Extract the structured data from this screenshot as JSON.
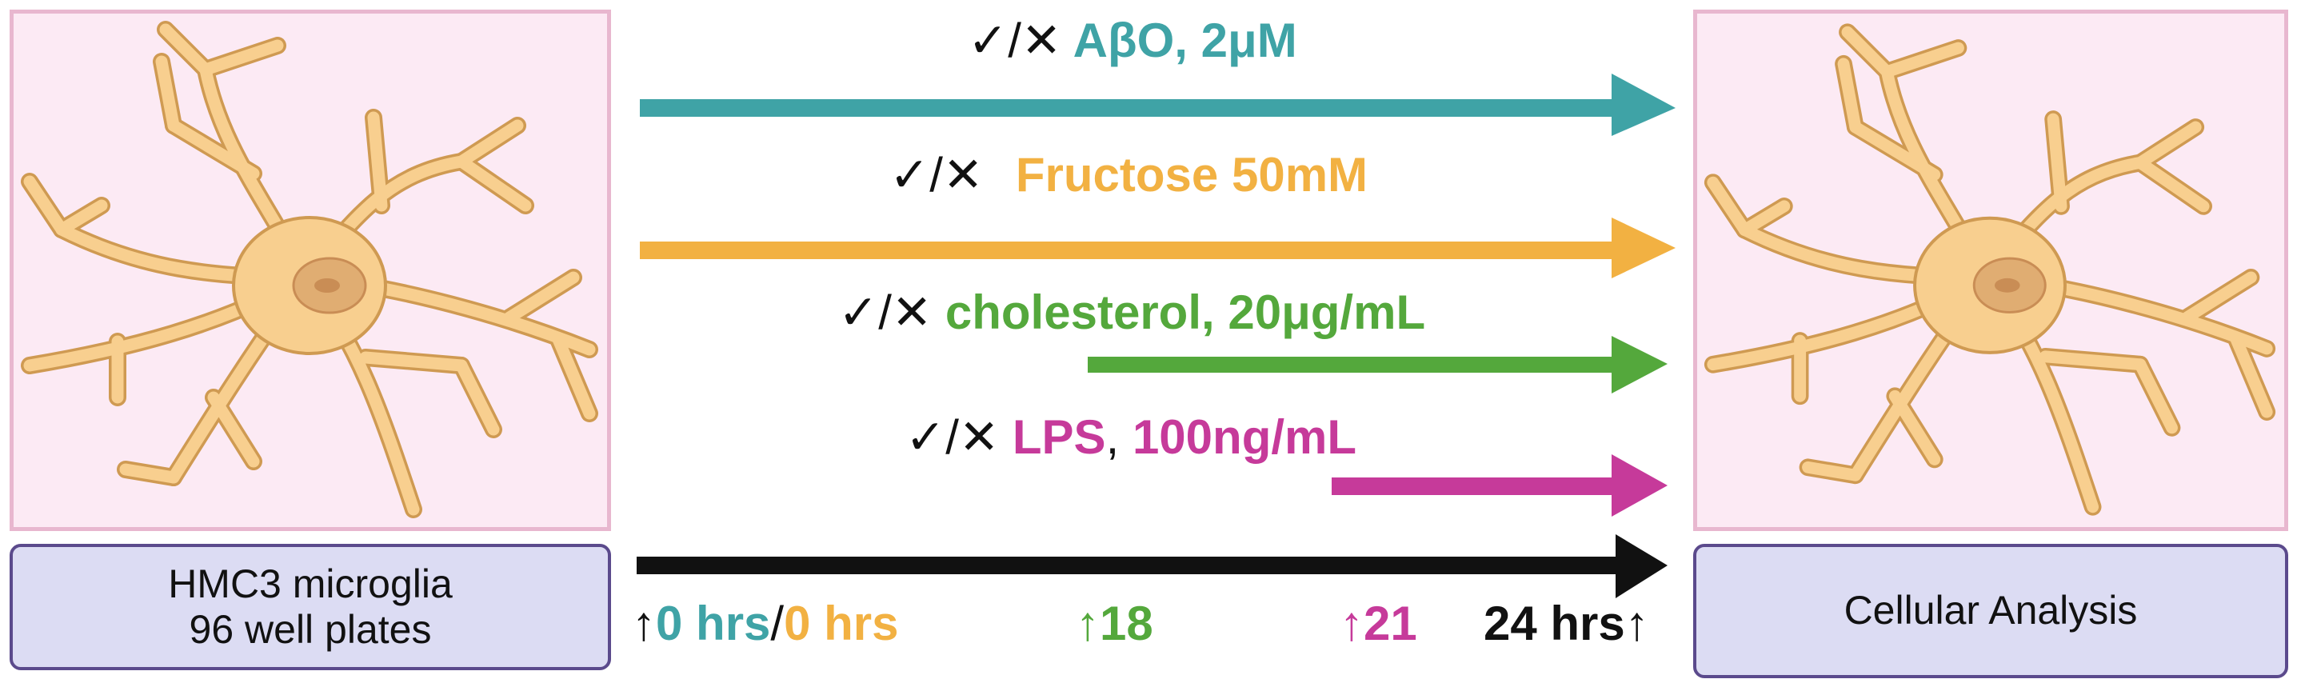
{
  "colors": {
    "abo": "#3fa3a6",
    "fructose": "#f2b142",
    "cholesterol": "#54a83c",
    "lps": "#c63a9a",
    "timeline": "#111111",
    "cell_fill": "#f8cf8f",
    "cell_stroke": "#cf9a52",
    "nucleus": "#e0ad72",
    "panel_bg": "#fceaf4",
    "label_bg": "#dcdcf3"
  },
  "left_box": {
    "line1": "HMC3 microglia",
    "line2": "96 well plates"
  },
  "right_box": {
    "label": "Cellular Analysis"
  },
  "treatments": [
    {
      "toggle": "✓/✕",
      "name": "AβO, 2μM"
    },
    {
      "toggle": "✓/✕",
      "name": "Fructose 50mM"
    },
    {
      "toggle": "✓/✕",
      "name": "cholesterol, 20μg/mL"
    },
    {
      "toggle": "✓/✕",
      "name_a": "LPS",
      "sep": ",",
      "name_b": "100ng/mL"
    }
  ],
  "timeline": {
    "start_arrow": "↑",
    "start_a": "0 hrs",
    "slash": "/",
    "start_b": "0 hrs",
    "t18": "↑18",
    "t21": "↑21",
    "end": "24 hrs↑"
  },
  "icons": [
    "microglia-cell-icon",
    "arrow-icon"
  ]
}
